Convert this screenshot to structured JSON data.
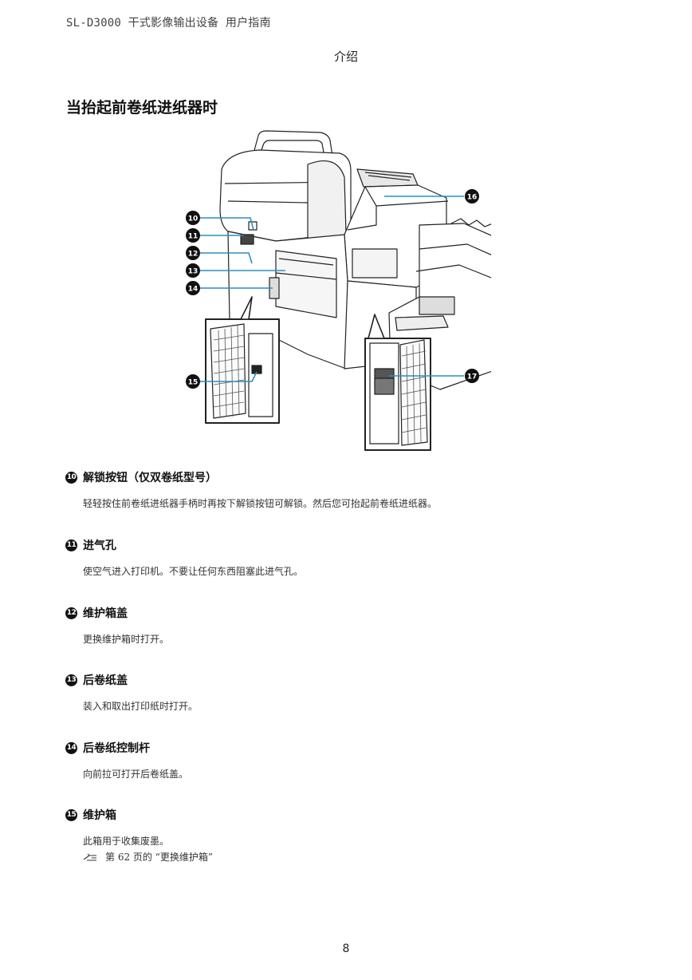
{
  "header": {
    "doc_title": "SL-D3000 干式影像输出设备 用户指南"
  },
  "section_name": "介绍",
  "section_title": "当抬起前卷纸进纸器时",
  "figure": {
    "callouts": [
      "10",
      "11",
      "12",
      "13",
      "14",
      "15",
      "16",
      "17"
    ]
  },
  "items": [
    {
      "num": "10",
      "title": "解锁按钮（仅双卷纸型号）",
      "desc": "轻轻按住前卷纸进纸器手柄时再按下解锁按钮可解锁。然后您可抬起前卷纸进纸器。"
    },
    {
      "num": "11",
      "title": "进气孔",
      "desc": "使空气进入打印机。不要让任何东西阻塞此进气孔。"
    },
    {
      "num": "12",
      "title": "维护箱盖",
      "desc": "更换维护箱时打开。"
    },
    {
      "num": "13",
      "title": "后卷纸盖",
      "desc": "装入和取出打印纸时打开。"
    },
    {
      "num": "14",
      "title": "后卷纸控制杆",
      "desc": "向前拉可打开后卷纸盖。"
    },
    {
      "num": "15",
      "title": "维护箱",
      "desc": "此箱用于收集废墨。",
      "xref": "第 62 页的 “更换维护箱”"
    }
  ],
  "page_number": "8"
}
